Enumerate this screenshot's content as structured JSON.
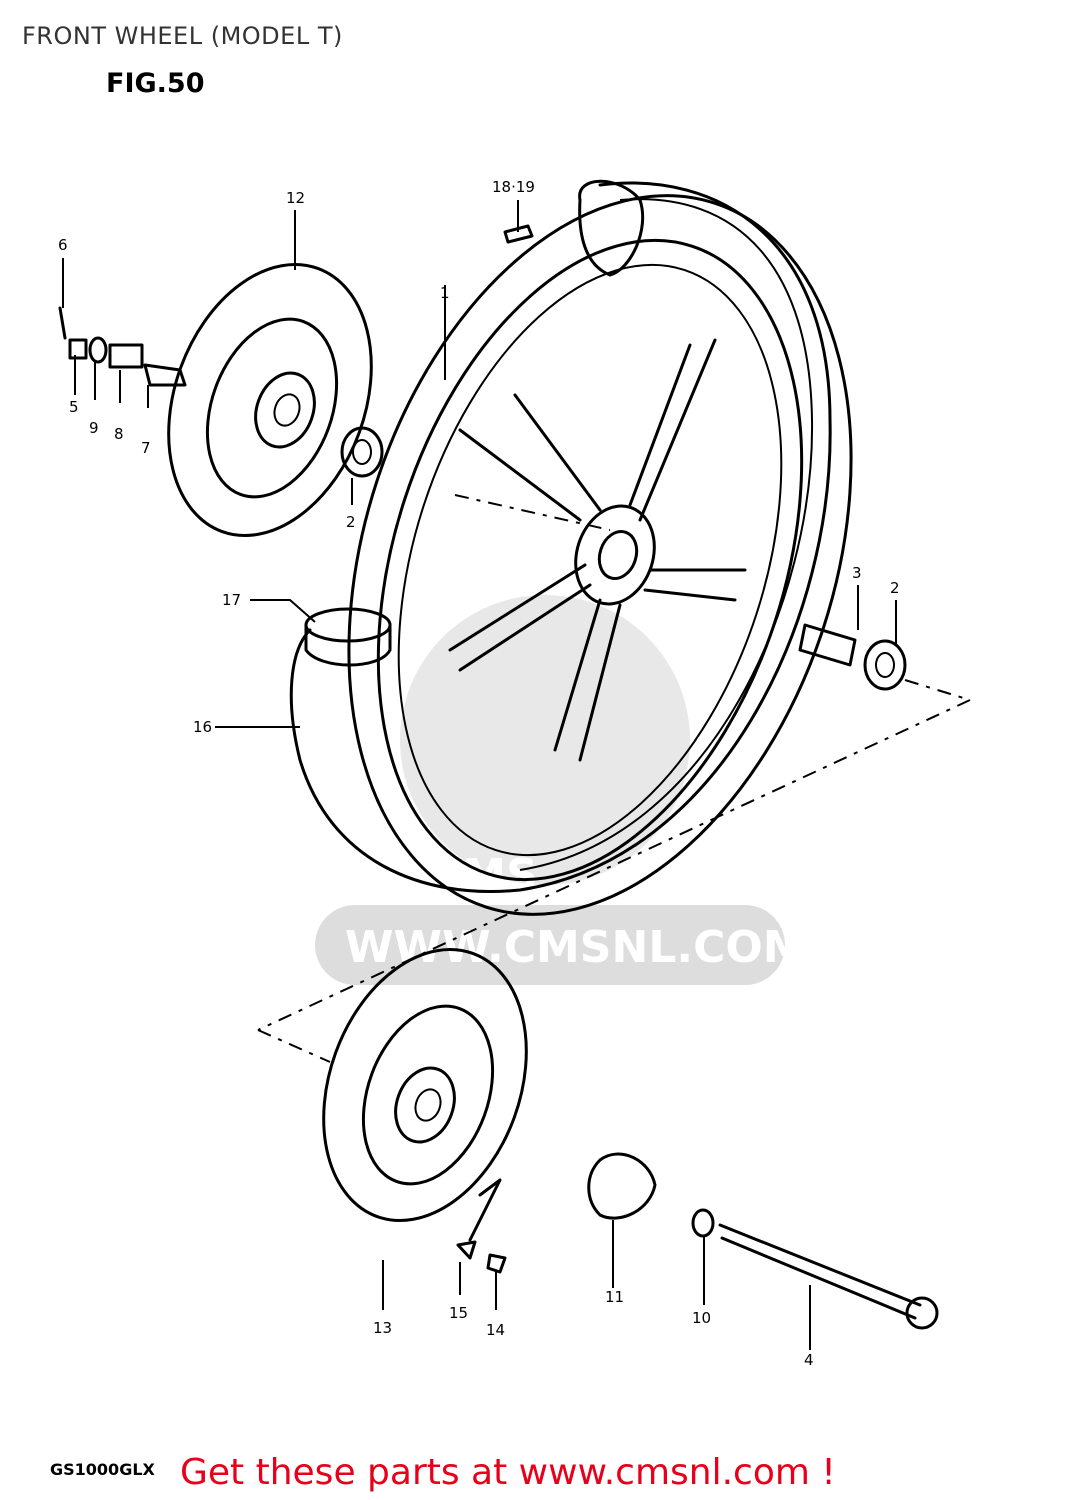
{
  "header": {
    "title": "FRONT WHEEL (MODEL T)",
    "figure": "FIG.50"
  },
  "footer": {
    "model_code": "GS1000GLX",
    "promo": "Get these parts at www.cmsnl.com !"
  },
  "watermark": {
    "text": "WWW.CMSNL.COM",
    "logo": "CMS"
  },
  "callouts": {
    "c1": "1",
    "c2a": "2",
    "c2b": "2",
    "c3": "3",
    "c4": "4",
    "c5": "5",
    "c6": "6",
    "c7": "7",
    "c8": "8",
    "c9": "9",
    "c10": "10",
    "c11": "11",
    "c12": "12",
    "c13": "13",
    "c14": "14",
    "c15": "15",
    "c16": "16",
    "c17": "17",
    "c1819": "18·19"
  },
  "colors": {
    "promo": "#e8001a",
    "watermark": "#d9d9d9",
    "lines": "#000000"
  }
}
